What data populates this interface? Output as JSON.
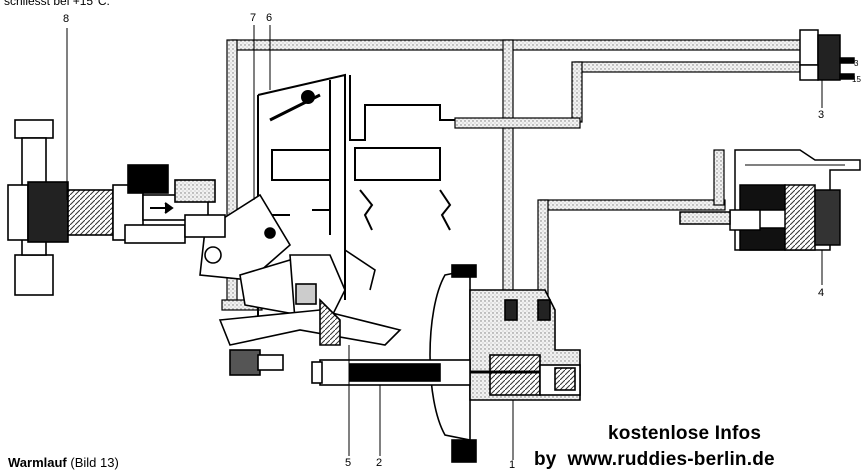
{
  "top_text": "schliesst bei +15°C.",
  "labels": {
    "n1": "1",
    "n2": "2",
    "n3": "3",
    "n4": "4",
    "n5": "5",
    "n6": "6",
    "n7": "7",
    "n8": "8"
  },
  "pins": {
    "p3": "3",
    "p15": "15"
  },
  "caption": {
    "bold": "Warmlauf",
    "rest": " (Bild 13)"
  },
  "promo": {
    "line1": "kostenlose Infos",
    "line2": "by  www.ruddies-berlin.de"
  }
}
